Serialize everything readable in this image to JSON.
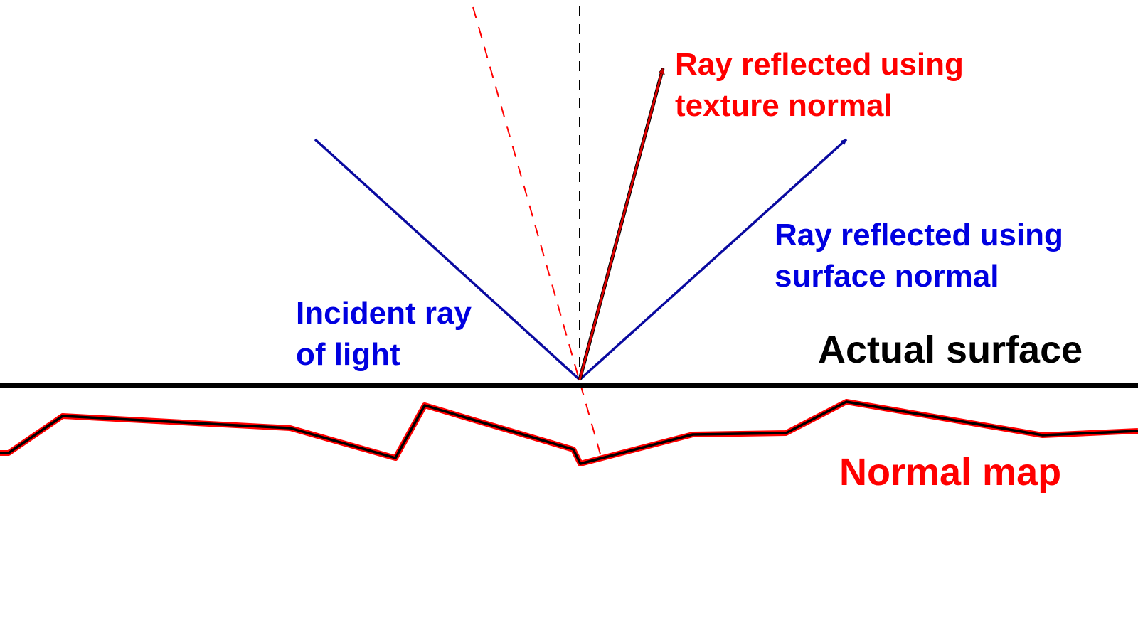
{
  "colors": {
    "red": "#ff0000",
    "blue": "#0000e0",
    "dark_blue_line": "#0a0aa0",
    "dark_red_line": "#b00000",
    "black": "#000000",
    "background": "#ffffff"
  },
  "labels": {
    "incident": [
      "Incident ray",
      "of light"
    ],
    "surface_reflect": [
      "Ray reflected using",
      "surface normal"
    ],
    "texture_reflect": [
      "Ray reflected using",
      "texture normal"
    ],
    "actual_surface": "Actual surface",
    "normal_map": "Normal map"
  },
  "elements": {
    "actual_surface_line": "solid black",
    "normal_map_profile": "black line with red outline",
    "surface_normal": "black dashed vertical line",
    "texture_normal": "red dashed line",
    "incident_ray": "blue line",
    "surface_reflected_ray": "blue arrow",
    "texture_reflected_ray": "red arrow"
  }
}
